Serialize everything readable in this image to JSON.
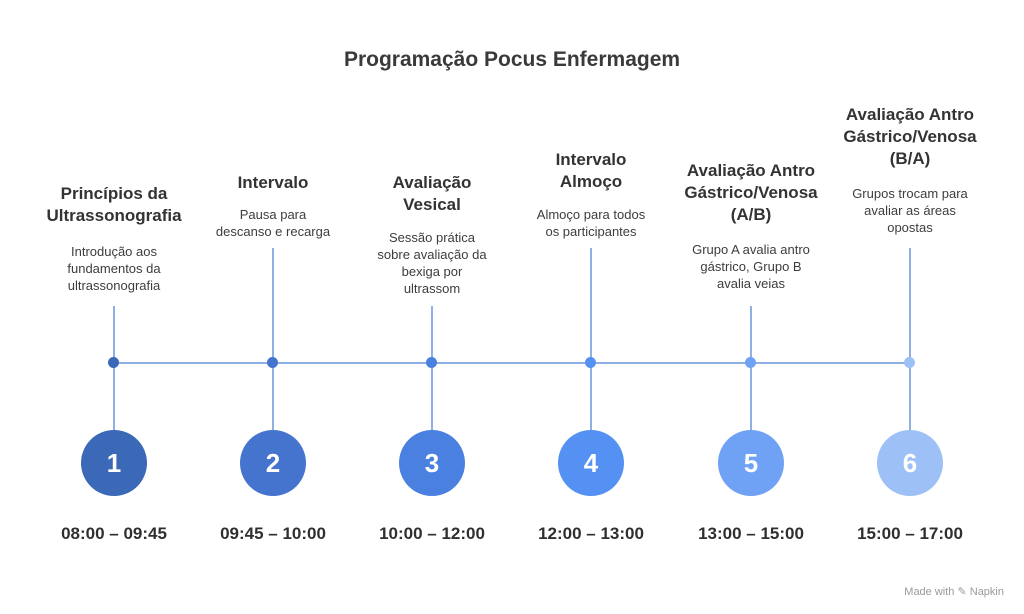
{
  "title": "Programação Pocus Enfermagem",
  "colors": {
    "line": "#8fb0e4",
    "step_1": "#3b68b7",
    "step_2": "#4574cf",
    "step_3": "#4a80e0",
    "step_4": "#5591f2",
    "step_5": "#6fa2f5",
    "step_6": "#9dc0f7"
  },
  "steps": [
    {
      "number": "1",
      "heading": "Princípios da\nUltrassonografia",
      "description": "Introdução aos\nfundamentos da\nultrassonografia",
      "time": "08:00 – 09:45"
    },
    {
      "number": "2",
      "heading": "Intervalo",
      "description": "Pausa para\ndescanso e recarga",
      "time": "09:45 – 10:00"
    },
    {
      "number": "3",
      "heading": "Avaliação\nVesical",
      "description": "Sessão prática\nsobre avaliação da\nbexiga por\nultrassom",
      "time": "10:00 – 12:00"
    },
    {
      "number": "4",
      "heading": "Intervalo\nAlmoço",
      "description": "Almoço para todos\nos participantes",
      "time": "12:00 – 13:00"
    },
    {
      "number": "5",
      "heading": "Avaliação Antro\nGástrico/Venosa\n(A/B)",
      "description": "Grupo A avalia antro\ngástrico, Grupo B\navalia veias",
      "time": "13:00 – 15:00"
    },
    {
      "number": "6",
      "heading": "Avaliação Antro\nGástrico/Venosa\n(B/A)",
      "description": "Grupos trocam para\navaliar as áreas\nopostas",
      "time": "15:00 – 17:00"
    }
  ],
  "credit": "Made with ✎ Napkin"
}
